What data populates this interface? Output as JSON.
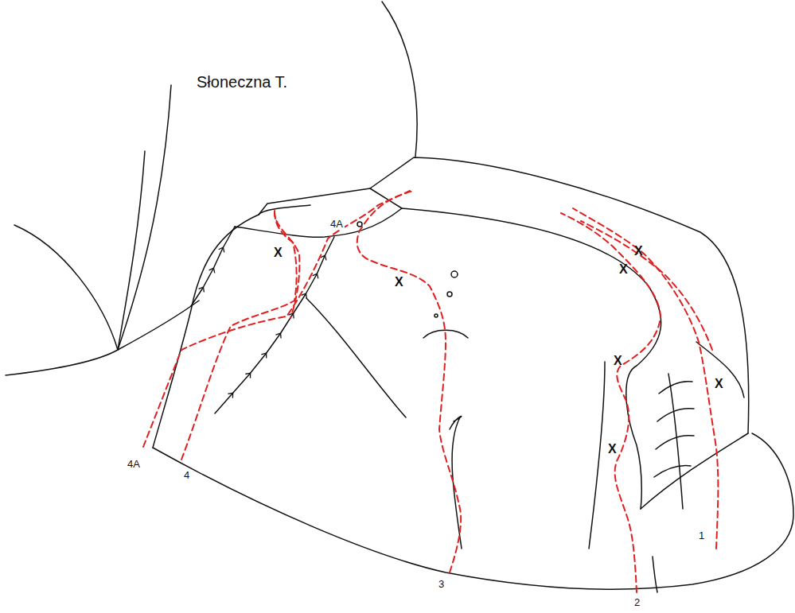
{
  "diagram": {
    "labels": [
      "Słoneczna T.",
      "4A",
      "X",
      "X",
      "X",
      "X",
      "X",
      "X",
      "X",
      "4A",
      "4",
      "3",
      "2",
      "1"
    ]
  }
}
